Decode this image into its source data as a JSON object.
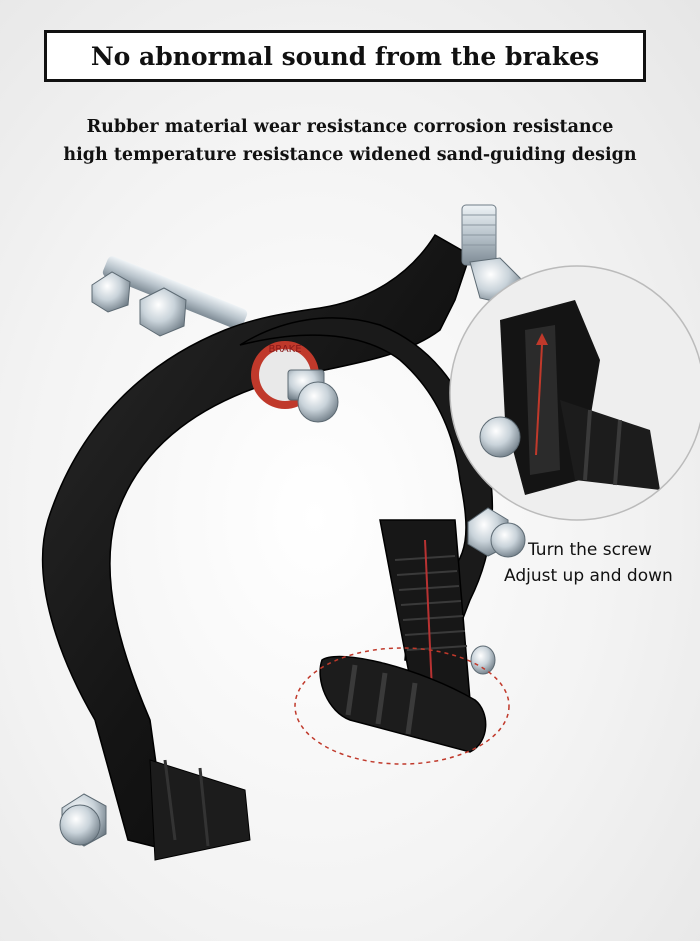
{
  "headline": "No abnormal sound from the brakes",
  "subheadline_line1": "Rubber material wear resistance corrosion resistance",
  "subheadline_line2": "high temperature resistance widened sand-guiding design",
  "zoom_caption_line1": "Turn the screw",
  "zoom_caption_line2": "Adjust up and down",
  "caliper_label": "BRAKE",
  "colors": {
    "caliper_body": "#151515",
    "brake_pad": "#1c1c1c",
    "metal": "#c9d3da",
    "accent_ring": "#c0392b",
    "highlight_dash": "#c0392b"
  },
  "icons": [
    "brake-caliper-illustration",
    "brake-pad-icon",
    "adjust-screw-icon",
    "zoom-magnifier-circle"
  ]
}
